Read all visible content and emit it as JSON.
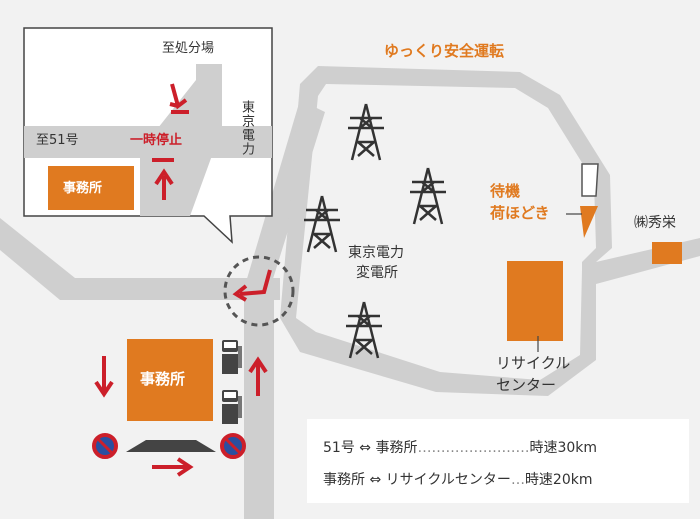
{
  "title": "ゆっくり安全運転",
  "substation": {
    "line1": "東京電力",
    "line2": "変電所"
  },
  "waiting_area": {
    "line1": "待機",
    "line2": "荷ほどき"
  },
  "shuei": "㈱秀栄",
  "recycle_center": {
    "line1": "リサイクル",
    "line2": "センター"
  },
  "office": "事務所",
  "inset": {
    "to_disposal": "至処分場",
    "to_route51": "至51号",
    "stop": "一時停止",
    "tepco_vertical": "東京電力",
    "office": "事務所"
  },
  "speed_info": {
    "row1": {
      "route": "51号 ⇔ 事務所",
      "dots": "……………………",
      "speed": "時速30km"
    },
    "row2": {
      "route": "事務所 ⇔ リサイクルセンター",
      "dots": "…",
      "speed": "時速20km"
    }
  },
  "colors": {
    "road": "#cfcfcf",
    "orange": "#e07a20",
    "red": "#cc1f2a",
    "background": "#f2f2f2",
    "text": "#333333"
  },
  "icons": [
    "pylon-icon",
    "no-parking-icon",
    "truck-icon",
    "red-arrow-icon",
    "speed-bump-icon"
  ]
}
